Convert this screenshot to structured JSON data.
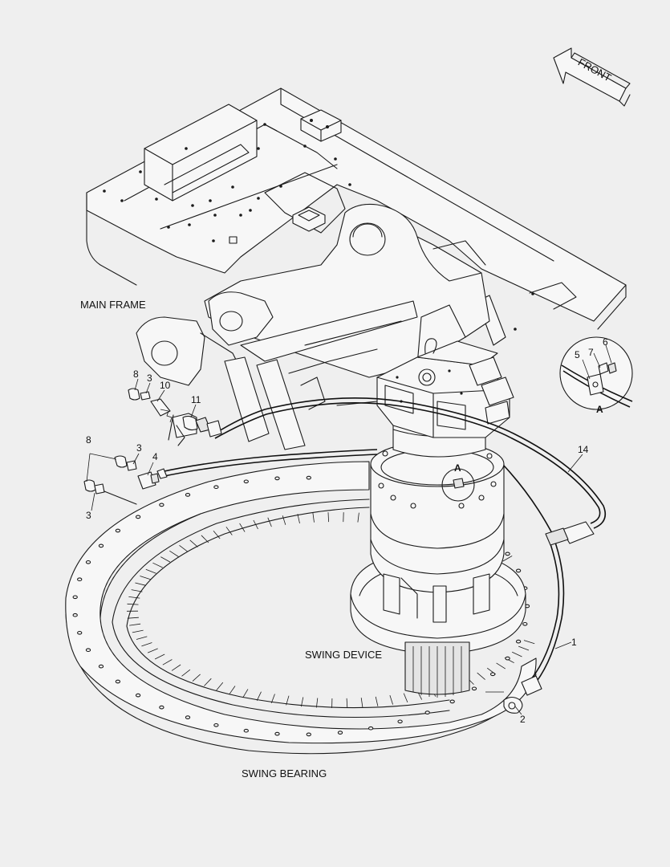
{
  "labels": {
    "main_frame": "MAIN FRAME",
    "swing_device": "SWING DEVICE",
    "swing_bearing": "SWING BEARING",
    "front": "FRONT",
    "detail_a": "A",
    "detail_a_view": "A"
  },
  "callouts": [
    "8",
    "3",
    "10",
    "11",
    "8",
    "3",
    "4",
    "3",
    "14",
    "1",
    "2",
    "5",
    "7",
    "6"
  ]
}
